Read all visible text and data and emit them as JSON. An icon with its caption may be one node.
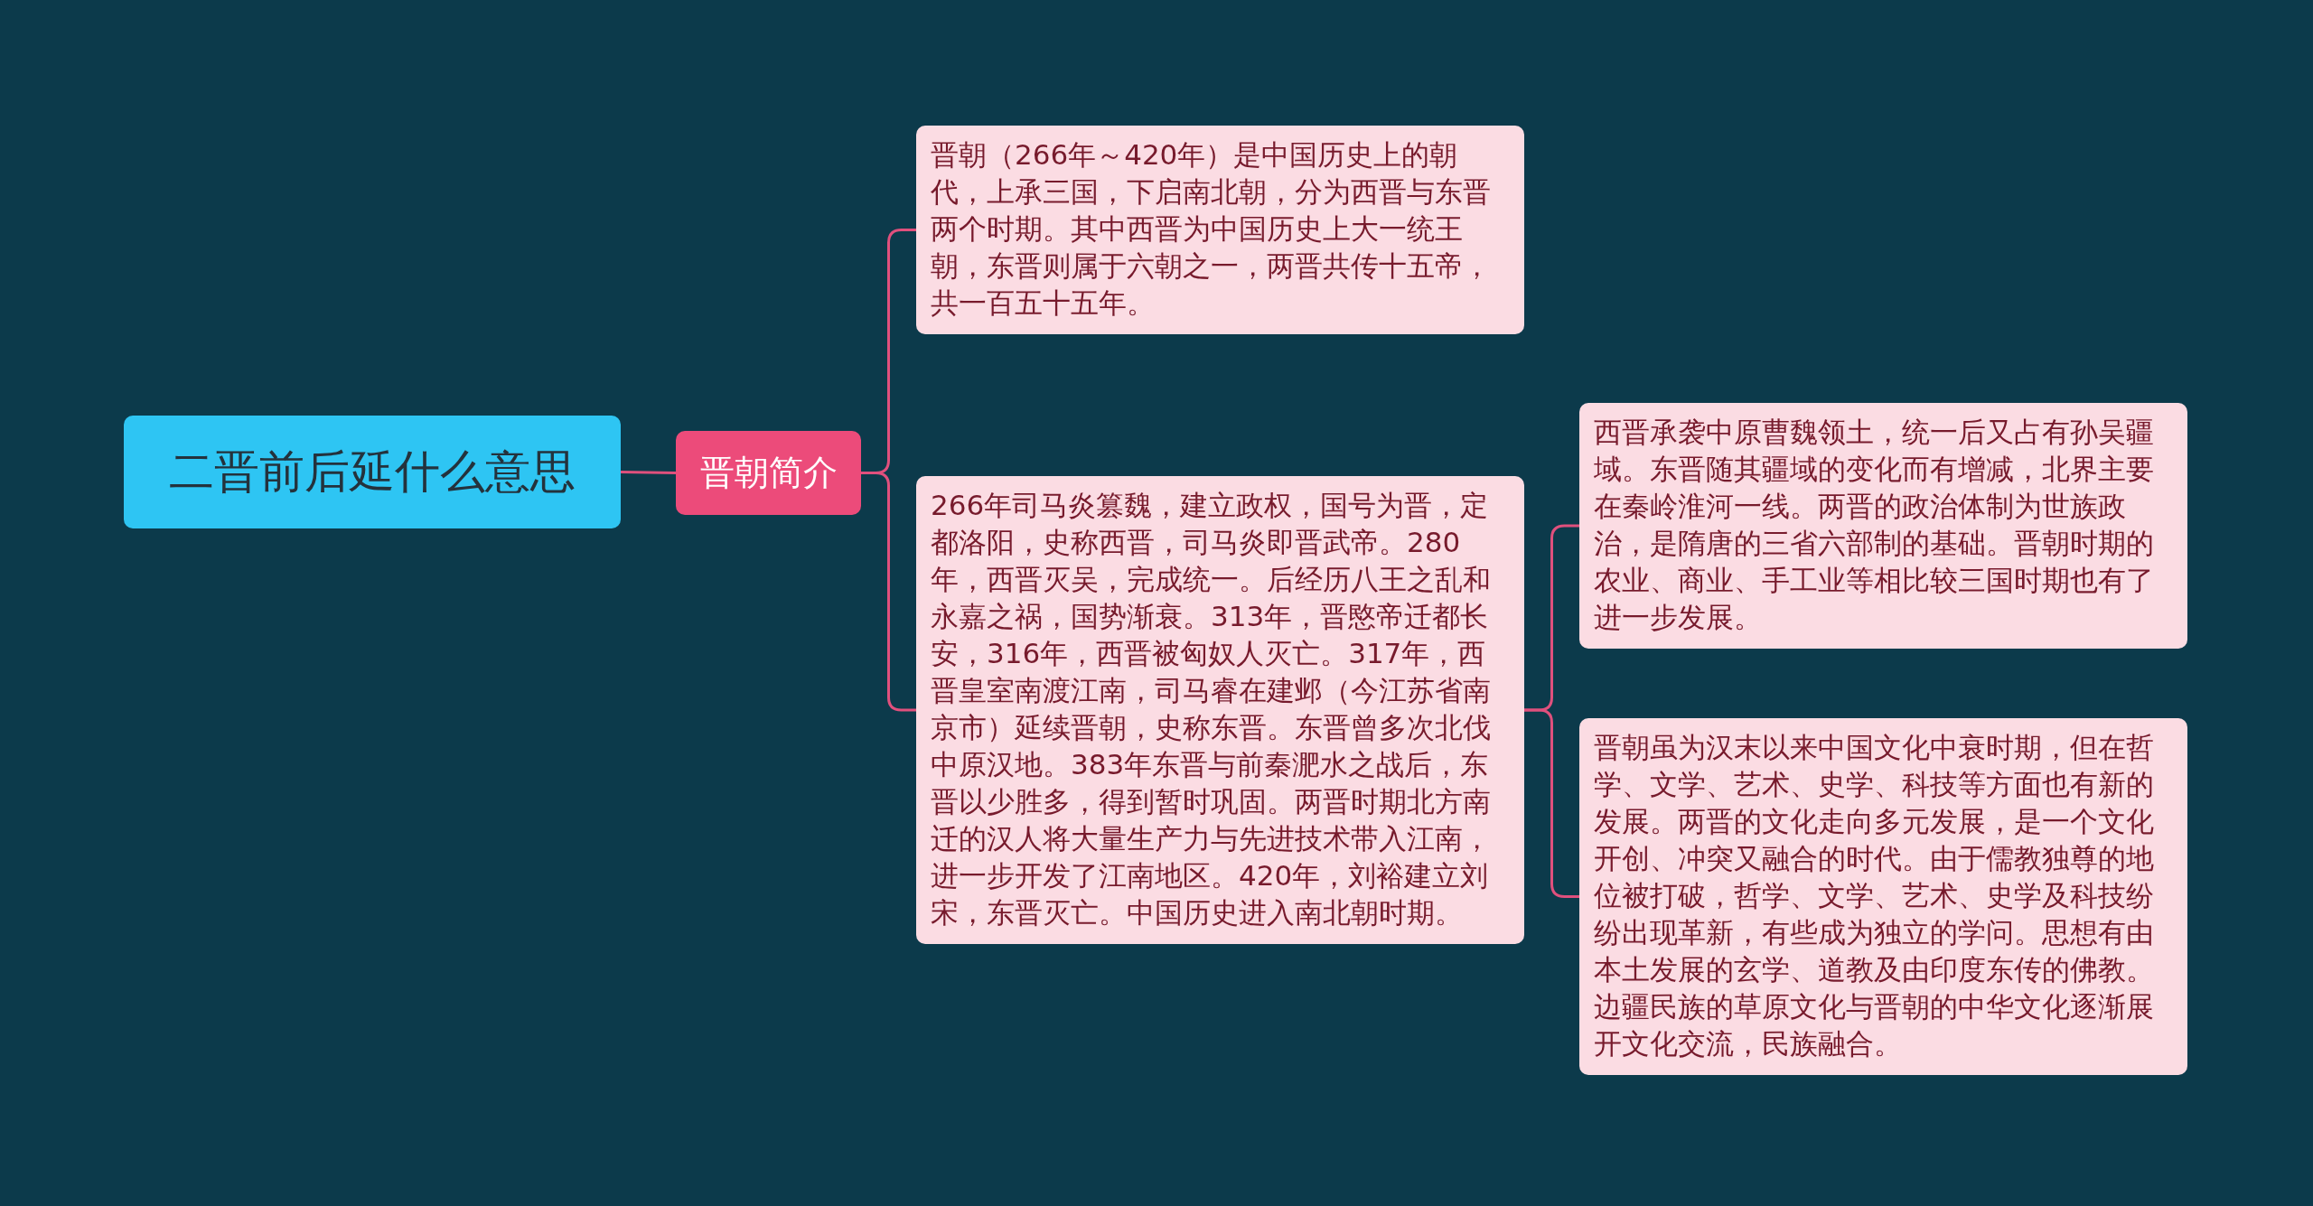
{
  "diagram": {
    "nodes": [
      {
        "text": [
          "二晋前后延什么意思"
        ]
      },
      {
        "text": [
          "晋朝简介"
        ]
      },
      {
        "text": [
          "晋朝（266年～420年）是中国历史上的朝代，上承三国，下启南北朝，分为西晋与东晋两个时期。其中西晋为中国历史上大一统王朝，东晋则属于六朝之一，两晋共传十五帝，共一百五十五年。"
        ]
      },
      {
        "text": [
          "266年司马炎篡魏，建立政权，国号为晋，定都洛阳，史称西晋，司马炎即晋武帝。280年，西晋灭吴，完成统一。后经历八王之乱和永嘉之祸，国势渐衰。313年，晋愍帝迁都长安，316年，西晋被匈奴人灭亡。317年，西晋皇室南渡江南，司马睿在建邺（今江苏省南京市）延续晋朝，史称东晋。东晋曾多次北伐中原汉地。383年东晋与前秦淝水之战后，东晋以少胜多，得到暂时巩固。两晋时期北方南迁的汉人将大量生产力与先进技术带入江南，进一步开发了江南地区。420年，刘裕建立刘宋，东晋灭亡。中国历史进入南北朝时期。"
        ]
      },
      {
        "text": [
          "西晋承袭中原曹魏领土，统一后又占有孙吴疆域。东晋随其疆域的变化而有增减，北界主要在秦岭淮河一线。两晋的政治体制为世族政治，是隋唐的三省六部制的基础。晋朝时期的农业、商业、手工业等相比较三国时期也有了进一步发展。"
        ]
      },
      {
        "text": [
          "晋朝虽为汉末以来中国文化中衰时期，但在哲学、文学、艺术、史学、科技等方面也有新的发展。两晋的文化走向多元发展，是一个文化开创、冲突又融合的时代。由于儒教独尊的地位被打破，哲学、文学、艺术、史学及科技纷纷出现革新，有些成为独立的学问。思想有由本土发展的玄学、道教及由印度东传的佛教。边疆民族的草原文化与晋朝的中华文化逐渐展开文化交流，民族融合。"
        ]
      }
    ],
    "edges": [
      {
        "from": 0,
        "to": 1,
        "arrow": "none"
      },
      {
        "from": 1,
        "to": 2,
        "arrow": "none"
      },
      {
        "from": 1,
        "to": 3,
        "arrow": "none"
      },
      {
        "from": 3,
        "to": 4,
        "arrow": "none"
      },
      {
        "from": 3,
        "to": 5,
        "arrow": "none"
      }
    ]
  }
}
